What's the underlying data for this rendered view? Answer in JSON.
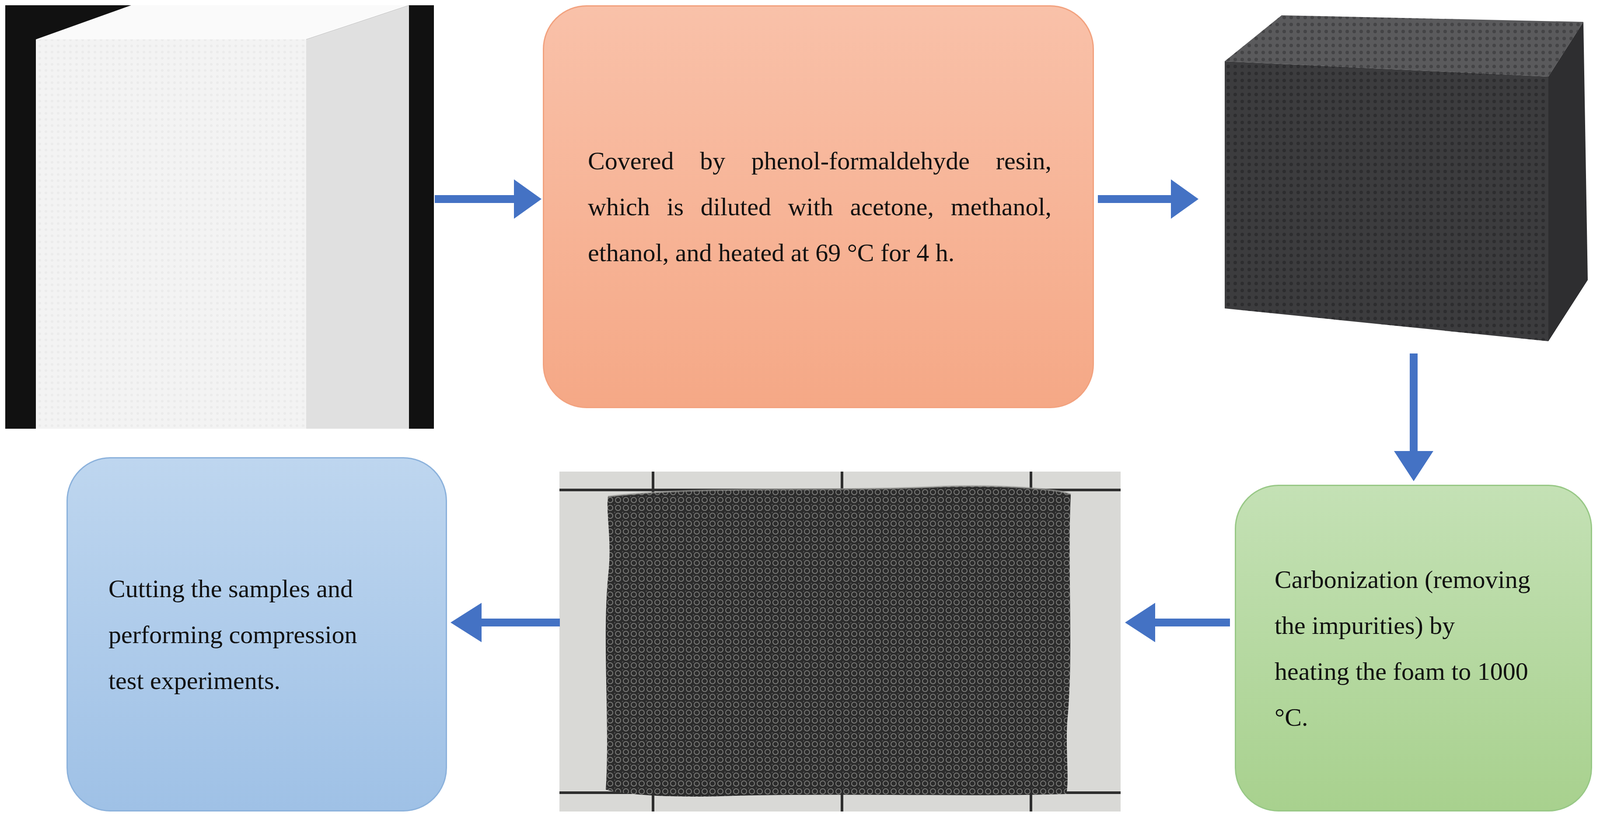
{
  "diagram": {
    "nodes": [
      {
        "text": [
          "Covered by phenol-formaldehyde resin, which is diluted with acetone, methanol, ethanol, and heated at 69 °C for 4 h."
        ]
      },
      {
        "text": [
          "Carbonization (removing the impurities) by heating the foam to 1000 °C."
        ]
      },
      {
        "text": [
          "Cutting the samples and performing compression test experiments."
        ]
      }
    ]
  }
}
